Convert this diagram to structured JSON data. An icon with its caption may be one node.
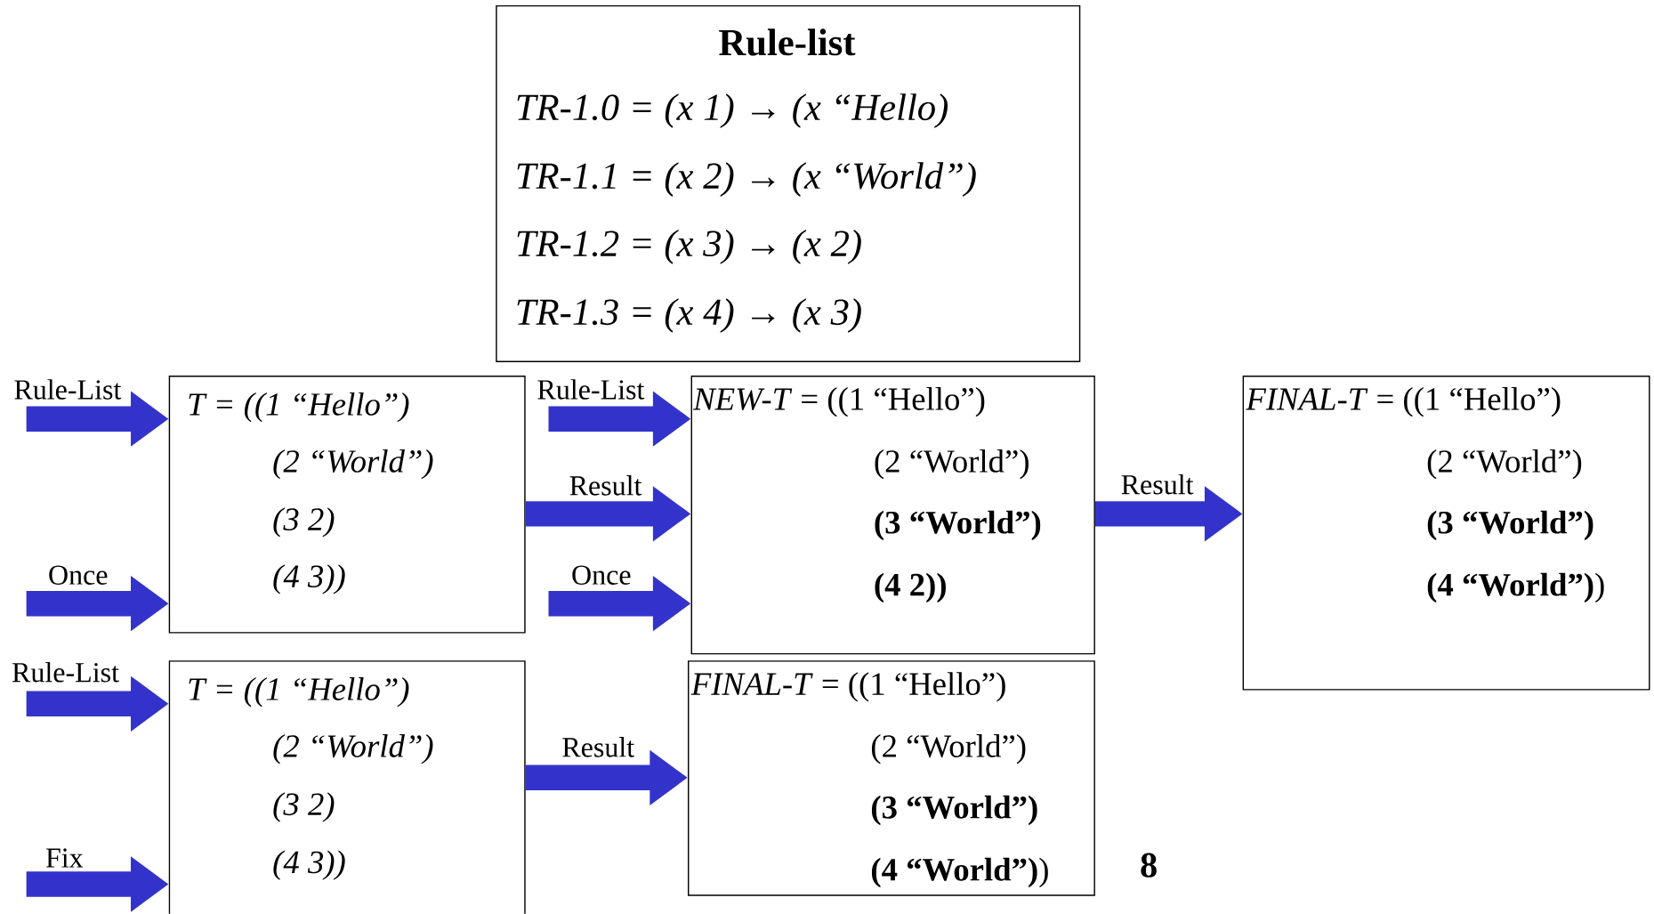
{
  "diagram": {
    "nodes": [
      {
        "text": [
          "Rule-list",
          "TR-1.0 = (x 1) → (x “Hello)",
          "TR-1.1 = (x 2) → (x “World”)",
          "TR-1.2 = (x 3) → (x 2)",
          "TR-1.3 = (x 4) → (x 3)"
        ]
      },
      {
        "text": [
          "T = ((1 “Hello”)",
          "(2 “World”)",
          "(3 2)",
          "(4 3))"
        ]
      },
      {
        "text": [
          "*NEW-T* = ((1 “Hello”)",
          "(2 “World”)",
          "(3 “World”)",
          "(4 2))"
        ]
      },
      {
        "text": [
          "*FINAL-T* = ((1 “Hello”)",
          "(2 “World”)",
          "(3 “World”)",
          "**(4 “World”)**)"
        ]
      },
      {
        "text": [
          "T = ((1 “Hello”)",
          "(2 “World”)",
          "(3 2)",
          "(4 3))"
        ]
      },
      {
        "text": [
          "*FINAL-T* = ((1 “Hello”)",
          "(2 “World”)",
          "(3 “World”)",
          "**(4 “World”)**)"
        ]
      }
    ],
    "edges": [
      {
        "from": null,
        "to": 1,
        "arrow": "to",
        "label": "Rule-List"
      },
      {
        "from": null,
        "to": 1,
        "arrow": "to",
        "label": "Once"
      },
      {
        "from": null,
        "to": 2,
        "arrow": "to",
        "label": "Rule-List"
      },
      {
        "from": 1,
        "to": 2,
        "arrow": "to",
        "label": "Result"
      },
      {
        "from": null,
        "to": 2,
        "arrow": "to",
        "label": "Once"
      },
      {
        "from": 2,
        "to": 3,
        "arrow": "to",
        "label": "Result"
      },
      {
        "from": null,
        "to": 4,
        "arrow": "to",
        "label": "Rule-List"
      },
      {
        "from": null,
        "to": 4,
        "arrow": "to",
        "label": "Fix"
      },
      {
        "from": 4,
        "to": 5,
        "arrow": "to",
        "label": "Result"
      }
    ],
    "labels": [
      "8"
    ]
  }
}
